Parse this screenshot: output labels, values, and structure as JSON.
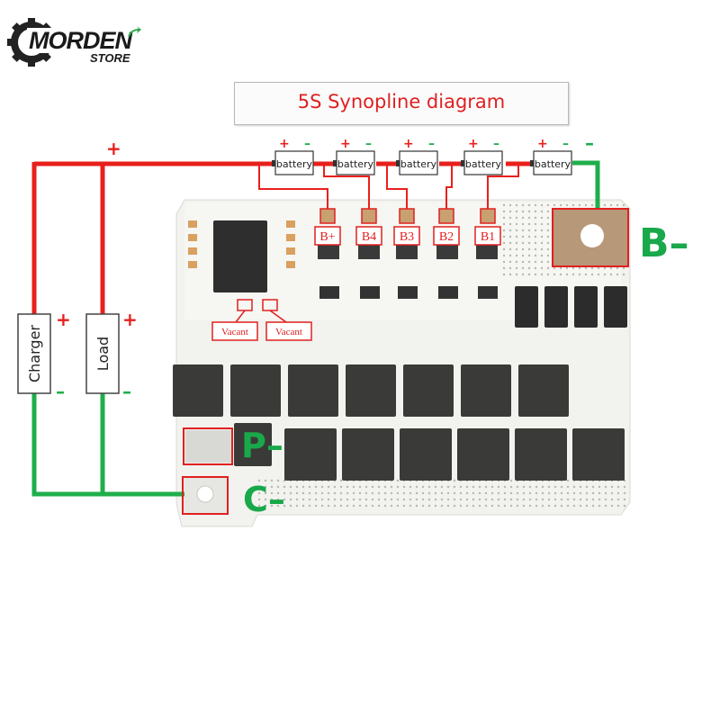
{
  "brand": {
    "logo_text": "MORDEN",
    "logo_sub": "STORE"
  },
  "title": "5S Synopline diagram",
  "battery_label": "battery",
  "battery_count": 5,
  "pads": [
    "B+",
    "B4",
    "B3",
    "B2",
    "B1"
  ],
  "vacant": [
    "Vacant",
    "Vacant"
  ],
  "terminals": {
    "b_minus": "B–",
    "p_minus": "P–",
    "c_minus": "C–"
  },
  "loads": {
    "charger": "Charger",
    "load": "Load"
  },
  "signs": {
    "plus": "+",
    "minus": "–"
  },
  "colors": {
    "red_wire": "#e8201c",
    "green_wire": "#1fae4b",
    "label_red": "#e02020",
    "terminal_green": "#19a84a",
    "pcb": "#f3f3f0",
    "mosfet": "#3a3a38"
  }
}
